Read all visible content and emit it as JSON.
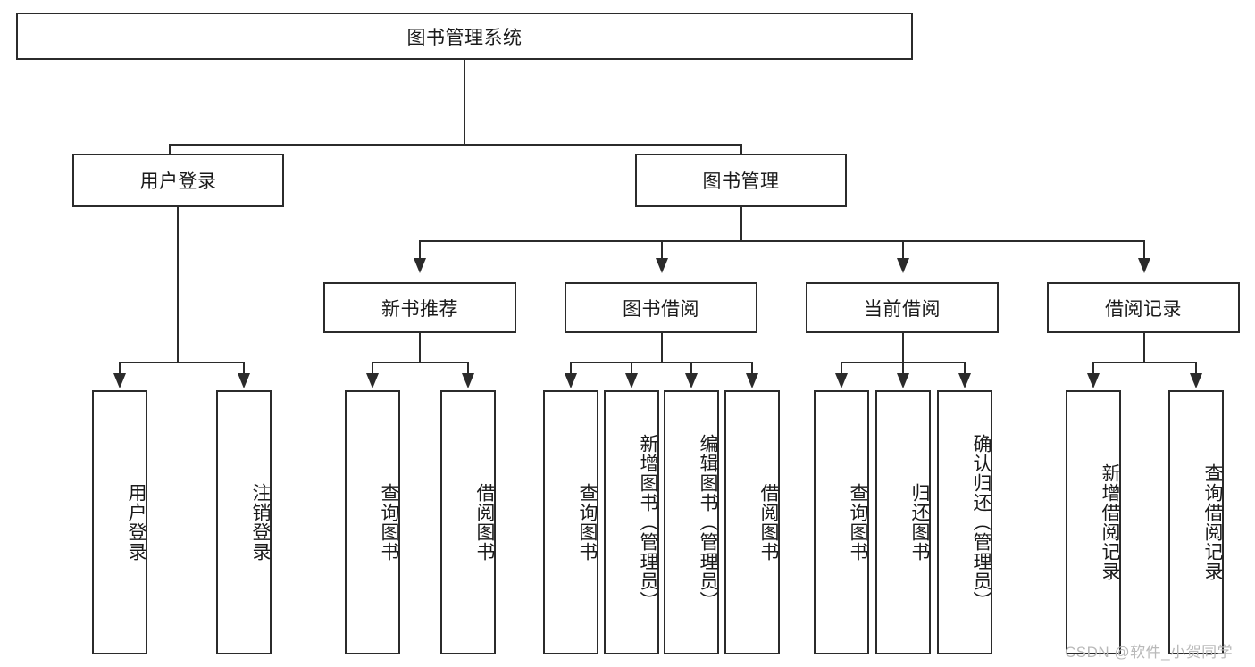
{
  "diagram": {
    "title": "图书管理系统",
    "root": {
      "label": "图书管理系统"
    },
    "level2": [
      {
        "label": "用户登录"
      },
      {
        "label": "图书管理"
      }
    ],
    "level3": [
      {
        "label": "新书推荐"
      },
      {
        "label": "图书借阅"
      },
      {
        "label": "当前借阅"
      },
      {
        "label": "借阅记录"
      }
    ],
    "leaves": {
      "user_login": [
        {
          "label": "用户登录"
        },
        {
          "label": "注销登录"
        }
      ],
      "new_book_recommend": [
        {
          "label": "查询图书"
        },
        {
          "label": "借阅图书"
        }
      ],
      "book_borrow": [
        {
          "label": "查询图书"
        },
        {
          "label": "新增图书（管理员）"
        },
        {
          "label": "编辑图书（管理员）"
        },
        {
          "label": "借阅图书"
        }
      ],
      "current_borrow": [
        {
          "label": "查询图书"
        },
        {
          "label": "归还图书"
        },
        {
          "label": "确认归还（管理员）"
        }
      ],
      "borrow_record": [
        {
          "label": "新增借阅记录"
        },
        {
          "label": "查询借阅记录"
        }
      ]
    },
    "watermark": "CSDN @软件_小贺同学",
    "colors": {
      "stroke": "#2b2b2b",
      "fill": "#ffffff",
      "text": "#1a1a1a",
      "watermark": "#b9b9b9"
    }
  }
}
